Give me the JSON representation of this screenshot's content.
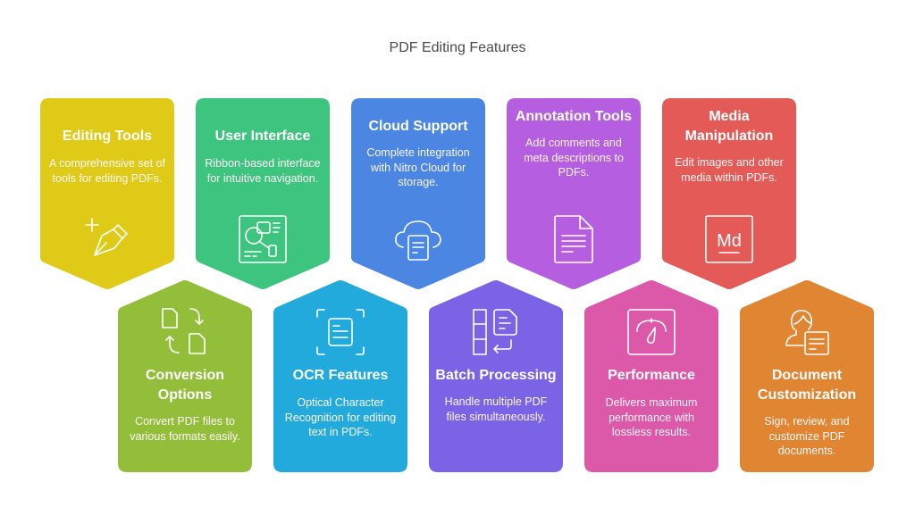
{
  "title": "PDF Editing Features",
  "top_row": [
    {
      "heading": "Editing Tools",
      "description": "A comprehensive set of tools for editing PDFs.",
      "icon": "pen-plus-icon",
      "color": "#DFCB17"
    },
    {
      "heading": "User Interface",
      "description": "Ribbon-based interface for intuitive navigation.",
      "icon": "layout-diagram-icon",
      "color": "#3DC47E"
    },
    {
      "heading": "Cloud Support",
      "description": "Complete integration with Nitro Cloud for storage.",
      "icon": "cloud-document-icon",
      "color": "#4A86E2"
    },
    {
      "heading": "Annotation Tools",
      "description": "Add comments and meta descriptions to PDFs.",
      "icon": "document-lines-icon",
      "color": "#B65EE0"
    },
    {
      "heading": "Media Manipulation",
      "description": "Edit images and other media within PDFs.",
      "icon": "markdown-box-icon",
      "icon_text": "Md",
      "color": "#E35A57"
    }
  ],
  "bottom_row": [
    {
      "heading": "Conversion Options",
      "description": "Convert PDF files to various formats easily.",
      "icon": "file-convert-icon",
      "color": "#93BE3A"
    },
    {
      "heading": "OCR Features",
      "description": "Optical Character Recognition for editing text in PDFs.",
      "icon": "scan-document-icon",
      "color": "#21AADB"
    },
    {
      "heading": "Batch Processing",
      "description": "Handle multiple PDF files simultaneously.",
      "icon": "stacked-files-icon",
      "color": "#7B63E6"
    },
    {
      "heading": "Performance",
      "description": "Delivers maximum performance with lossless results.",
      "icon": "gauge-icon",
      "color": "#DC58A8"
    },
    {
      "heading": "Document Customization",
      "description": "Sign, review, and customize PDF documents.",
      "icon": "user-document-icon",
      "color": "#E08532"
    }
  ]
}
